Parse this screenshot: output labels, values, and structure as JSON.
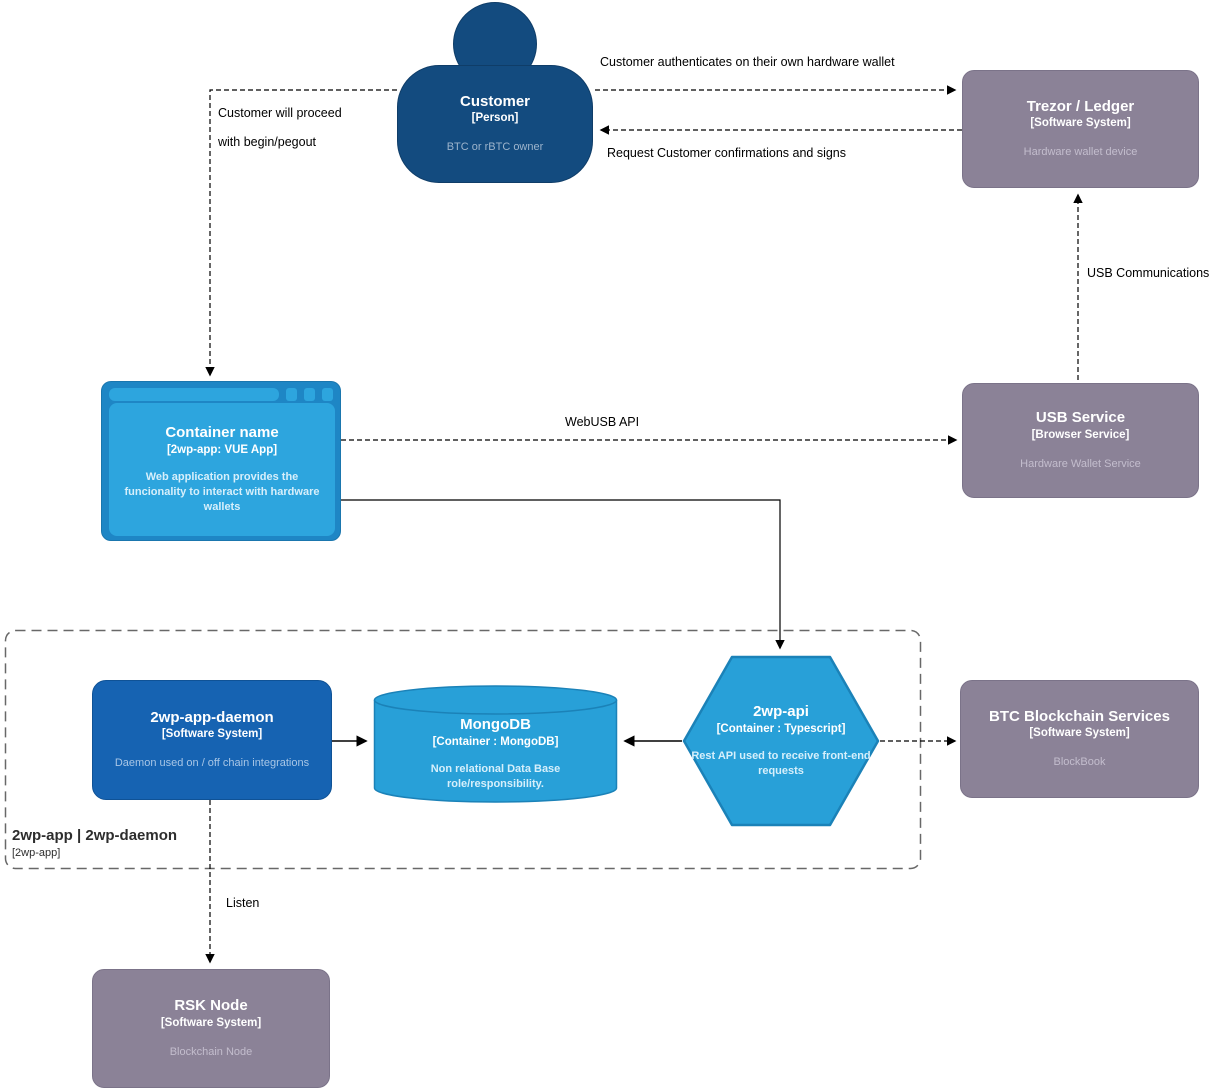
{
  "nodes": {
    "customer": {
      "title": "Customer",
      "subtitle": "[Person]",
      "desc": "BTC or rBTC owner"
    },
    "trezor": {
      "title": "Trezor / Ledger",
      "subtitle": "[Software System]",
      "desc": "Hardware wallet device"
    },
    "webapp": {
      "title": "Container name",
      "subtitle": "[2wp-app: VUE App]",
      "desc": "Web application provides the funcionality to interact with hardware wallets"
    },
    "usb": {
      "title": "USB Service",
      "subtitle": "[Browser Service]",
      "desc": "Hardware Wallet Service"
    },
    "daemon": {
      "title": "2wp-app-daemon",
      "subtitle": "[Software System]",
      "desc": "Daemon used on / off chain integrations"
    },
    "mongo": {
      "title": "MongoDB",
      "subtitle": "[Container : MongoDB]",
      "desc": "Non relational Data Base role/responsibility."
    },
    "api": {
      "title": "2wp-api",
      "subtitle": "[Container : Typescript]",
      "desc": "Rest API used to receive front-end requests"
    },
    "btc": {
      "title": "BTC Blockchain Services",
      "subtitle": "[Software System]",
      "desc": "BlockBook"
    },
    "rsk": {
      "title": "RSK Node",
      "subtitle": "[Software System]",
      "desc": "Blockchain Node"
    }
  },
  "boundary": {
    "title": "2wp-app | 2wp-daemon",
    "subtitle": "[2wp-app]"
  },
  "edges": {
    "auth": "Customer authenticates on their own hardware wallet",
    "confirm": "Request Customer confirmations and signs",
    "proceed1": "Customer will proceed",
    "proceed2": "with begin/pegout",
    "webusb": "WebUSB API",
    "usbcomm": "USB Communications",
    "listen": "Listen"
  },
  "colors": {
    "person": "#134b7f",
    "external_system": "#8b8297",
    "container_blue": "#28a0d8",
    "daemon_blue": "#1663b2",
    "browser_frame": "#1e86c5",
    "line": "#000000",
    "boundary": "#686868"
  }
}
